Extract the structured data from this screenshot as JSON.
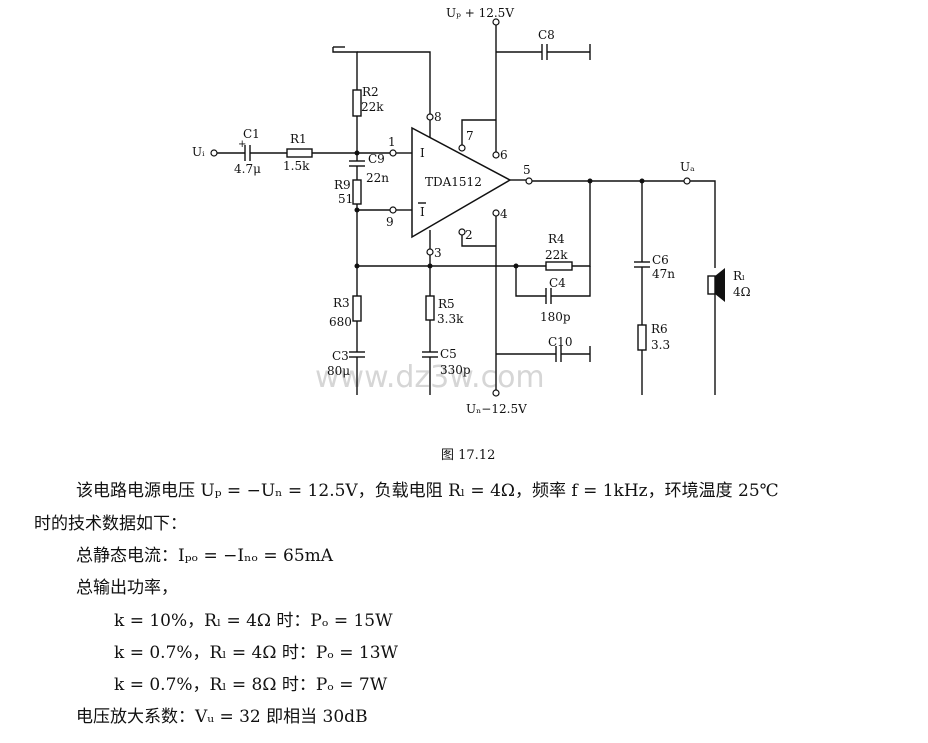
{
  "diagram": {
    "ic_label": "TDA1512",
    "supply_pos": "Uₚ + 12.5V",
    "supply_neg": "Uₙ−12.5V",
    "input_label": "Uᵢ",
    "output_label": "Uₐ",
    "watermark": "www.dz3w.com",
    "pins": {
      "p1": "1",
      "p2": "2",
      "p3": "3",
      "p4": "4",
      "p5": "5",
      "p6": "6",
      "p7": "7",
      "p8": "8",
      "p9": "9",
      "plus_in": "I",
      "minus_in": "I"
    },
    "components": {
      "c1_name": "C1",
      "c1_value": "4.7μ",
      "r1_name": "R1",
      "r1_value": "1.5k",
      "r2_name": "R2",
      "r2_value": "22k",
      "c9_name": "C9",
      "c9_value": "22n",
      "r9_name": "R9",
      "r9_value": "51",
      "r3_name": "R3",
      "r3_value": "680",
      "c3_name": "C3",
      "c3_value": "80μ",
      "r5_name": "R5",
      "r5_value": "3.3k",
      "c5_name": "C5",
      "c5_value": "330p",
      "r4_name": "R4",
      "r4_value": "22k",
      "c4_name": "C4",
      "c4_value": "180p",
      "c10_name": "C10",
      "c8_name": "C8",
      "c6_name": "C6",
      "c6_value": "47n",
      "r6_name": "R6",
      "r6_value": "3.3",
      "rl_name": "Rₗ",
      "rl_value": "4Ω"
    },
    "caption": "图 17.12"
  },
  "text": {
    "line1": "该电路电源电压 Uₚ = −Uₙ = 12.5V，负载电阻 Rₗ = 4Ω，频率 f = 1kHz，环境温度 25℃",
    "line2": "时的技术数据如下：",
    "line3": "总静态电流：Iₚₒ = −Iₙₒ = 65mA",
    "line4": "总输出功率，",
    "line5": "k = 10%，Rₗ = 4Ω 时：Pₒ = 15W",
    "line6": "k = 0.7%，Rₗ = 4Ω 时：Pₒ = 13W",
    "line7": "k = 0.7%，Rₗ = 8Ω 时：Pₒ = 7W",
    "line8": "电压放大系数：Vᵤ = 32 即相当 30dB"
  }
}
